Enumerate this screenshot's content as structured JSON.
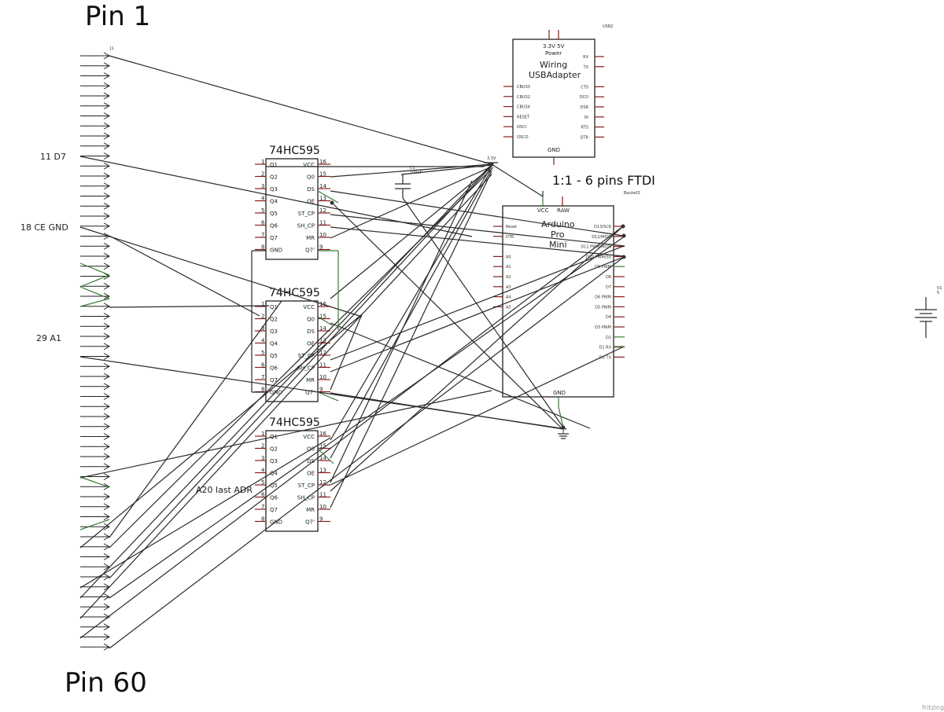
{
  "labels": {
    "pin1": "Pin 1",
    "pin60": "Pin 60",
    "pin11": "11 D7",
    "pin18": "18 CE GND",
    "pin29": "29 A1",
    "a20": "A20 last ADR",
    "ftdi": "1:1 -  6 pins FTDI",
    "fritzing": "fritzing",
    "j1": "J1",
    "usb2": "USB2",
    "bauteil3": "Bauteil3",
    "c1": "C1",
    "c1_value": "100nF",
    "v3": "3.3V",
    "v1": "V1",
    "v1_sub": "5"
  },
  "ic": {
    "title": "74HC595",
    "left_pins": [
      {
        "num": "1",
        "name": "Q1"
      },
      {
        "num": "2",
        "name": "Q2"
      },
      {
        "num": "3",
        "name": "Q3"
      },
      {
        "num": "4",
        "name": "Q4"
      },
      {
        "num": "5",
        "name": "Q5"
      },
      {
        "num": "6",
        "name": "Q6"
      },
      {
        "num": "7",
        "name": "Q7"
      },
      {
        "num": "8",
        "name": "GND"
      }
    ],
    "right_pins": [
      {
        "num": "16",
        "name": "VCC"
      },
      {
        "num": "15",
        "name": "Q0"
      },
      {
        "num": "14",
        "name": "DS"
      },
      {
        "num": "13",
        "name": "OE"
      },
      {
        "num": "12",
        "name": "ST_CP"
      },
      {
        "num": "11",
        "name": "SH_CP"
      },
      {
        "num": "10",
        "name": "MR"
      },
      {
        "num": "9",
        "name": "Q7'"
      }
    ]
  },
  "usb": {
    "title1": "Wiring",
    "title2": "USBAdapter",
    "top": "3.3V  5V",
    "power": "Power",
    "gnd": "GND",
    "left": [
      "CBUS3",
      "CBUS2",
      "CBUS4",
      "RESET",
      "OSCI",
      "OSCO"
    ],
    "right": [
      "RX",
      "TX",
      "CTS",
      "DCD",
      "DSR",
      "RI",
      "RTS",
      "DTR"
    ]
  },
  "arduino": {
    "title1": "Arduino",
    "title2": "Pro",
    "title3": "Mini",
    "vcc": "VCC",
    "raw": "RAW",
    "gnd": "GND",
    "left": [
      "Reset",
      "DTR",
      "A0",
      "A1",
      "A2",
      "A3",
      "A4",
      "A5"
    ],
    "right": [
      "D13/SCK",
      "D12/MISO",
      "D11 PWM/MOSI",
      "D10 PWM/SS",
      "D9 PWM",
      "D8",
      "D7",
      "D6 PWM",
      "D5 PWM",
      "D4",
      "D3 PWM",
      "D2",
      "D1 RX",
      "D0 TX"
    ]
  }
}
